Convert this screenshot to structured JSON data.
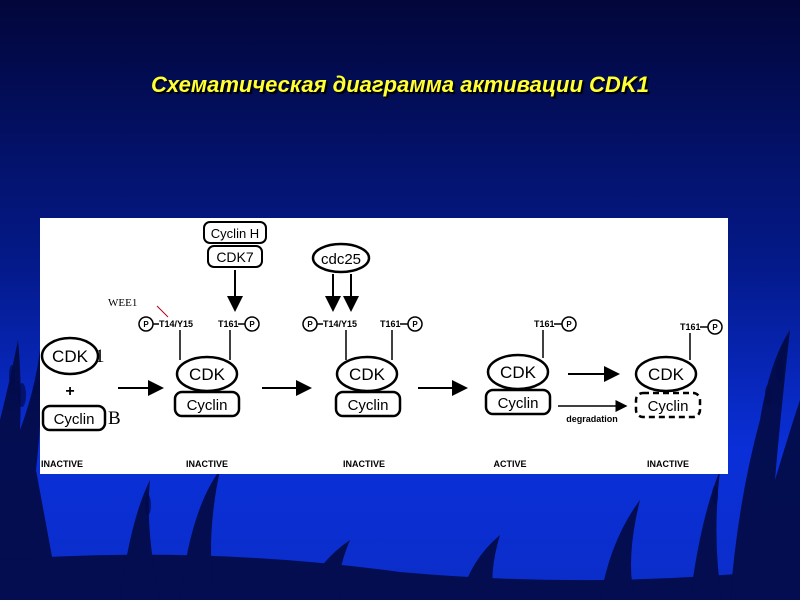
{
  "slide": {
    "title": "Схематическая диаграмма активации CDK1"
  },
  "diagram": {
    "side_letters": {
      "cdk_suffix": "1",
      "cyclin_suffix": "B"
    },
    "initial": {
      "cdk": "CDK",
      "plus": "+",
      "cyclin": "Cyclin"
    },
    "cak": {
      "cyclin": "Cyclin H",
      "cdk": "CDK7"
    },
    "phosphatase": "cdc25",
    "kinase": "WEE1",
    "phospho_symbol": "P",
    "sites": {
      "inhibitory": "T14/Y15",
      "activating": "T161"
    },
    "complex": {
      "cdk": "CDK",
      "cyclin": "Cyclin"
    },
    "degradation_label": "degradation",
    "stages": [
      "INACTIVE",
      "INACTIVE",
      "INACTIVE",
      "ACTIVE",
      "INACTIVE"
    ]
  },
  "colors": {
    "title": "#ffff33",
    "background_top": "#02063a",
    "background_bottom": "#0b2ec8"
  }
}
